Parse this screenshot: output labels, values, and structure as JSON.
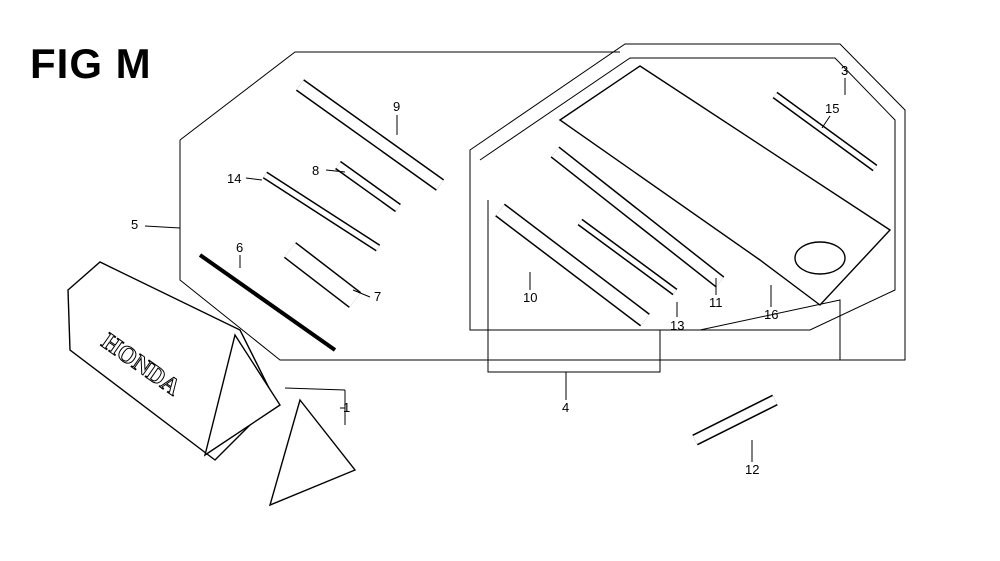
{
  "figure": {
    "title": "FIG M"
  },
  "callouts": {
    "c1": "1",
    "c3": "3",
    "c4": "4",
    "c5": "5",
    "c6": "6",
    "c7": "7",
    "c8": "8",
    "c9": "9",
    "c10": "10",
    "c11": "11",
    "c12": "12",
    "c13": "13",
    "c14": "14",
    "c15": "15",
    "c16": "16"
  },
  "case_brand": "HONDA"
}
